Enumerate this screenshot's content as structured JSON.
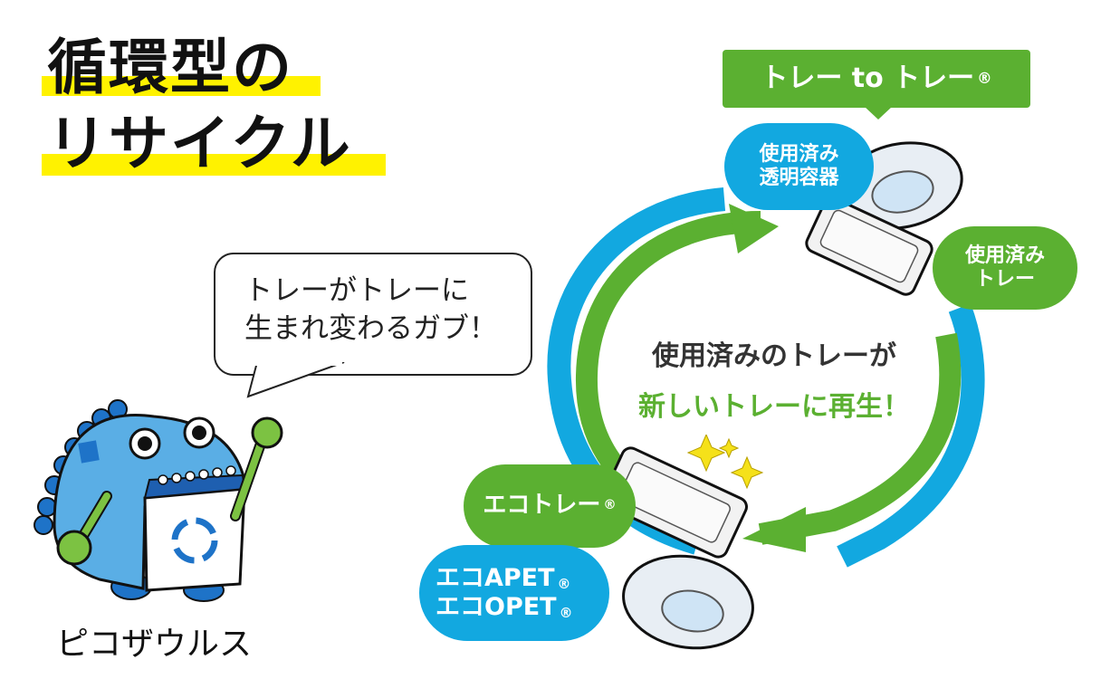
{
  "title": {
    "line1": "循環型の",
    "line2": "リサイクル",
    "highlight_color": "#fff200"
  },
  "speech_bubble": {
    "line1": "トレーがトレーに",
    "line2": "生まれ変わるガブ！"
  },
  "mascot": {
    "name": "ピコザウルス"
  },
  "cycle": {
    "header_label": "トレー to トレー",
    "header_reg": "®",
    "used_containers": {
      "line1": "使用済み",
      "line2": "透明容器"
    },
    "used_trays": {
      "line1": "使用済み",
      "line2": "トレー"
    },
    "eco_tray": {
      "label": "エコトレー",
      "reg": "®"
    },
    "eco_pet": {
      "line1": "エコAPET",
      "line2": "エコOPET",
      "reg": "®"
    },
    "center_line1": "使用済みのトレーが",
    "center_line2": "新しいトレーに再生！",
    "colors": {
      "green": "#5bb031",
      "blue": "#12a8e0",
      "dark_text": "#333333"
    }
  }
}
